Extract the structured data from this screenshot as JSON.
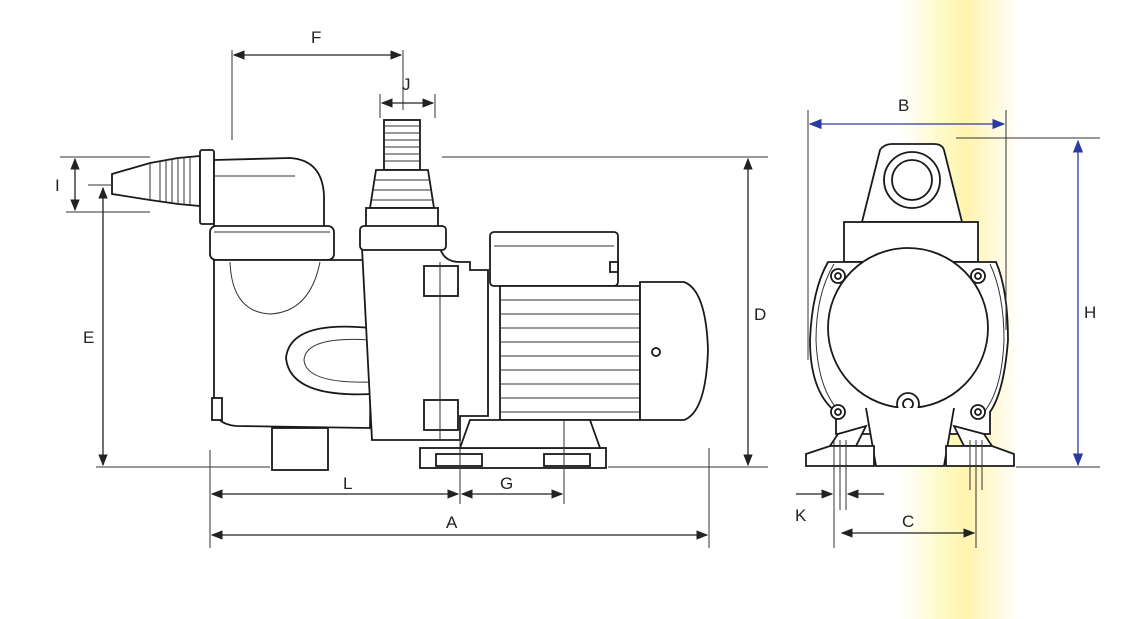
{
  "labels": {
    "A": "A",
    "B": "B",
    "C": "C",
    "D": "D",
    "E": "E",
    "F": "F",
    "G": "G",
    "H": "H",
    "I": "I",
    "J": "J",
    "K": "K",
    "L": "L"
  },
  "colors": {
    "line": "#222222",
    "dimension_blue": "#2a3aa0",
    "highlight": "#ffec78"
  }
}
